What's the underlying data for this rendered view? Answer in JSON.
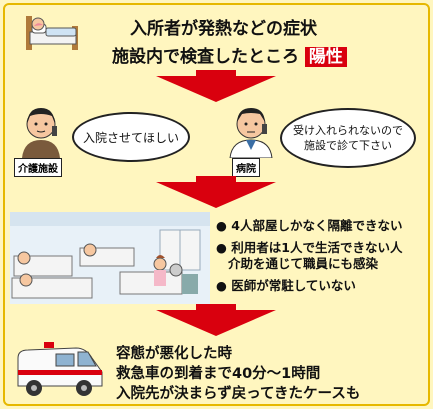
{
  "top": {
    "line1": "入所者が発熱などの症状",
    "line2_prefix": "施設内で検査したところ",
    "line2_badge": "陽性"
  },
  "dialog": {
    "facility_label": "介護施設",
    "facility_speech": "入院させてほしい",
    "hospital_label": "病院",
    "hospital_speech_line1": "受け入れられないので",
    "hospital_speech_line2": "施設で診て下さい"
  },
  "issues": [
    "4人部屋しかなく隔離できない",
    "利用者は1人で生活できない人",
    "介助を通じて職員にも感染",
    "医師が常駐していない"
  ],
  "bottom": {
    "line1": "容態が悪化した時",
    "line2": "救急車の到着まで40分～1時間",
    "line3": "入院先が決まらず戻ってきたケースも"
  },
  "colors": {
    "arrow": "#d9000e",
    "background": "#fff6bf",
    "badge": "#d9000e"
  }
}
